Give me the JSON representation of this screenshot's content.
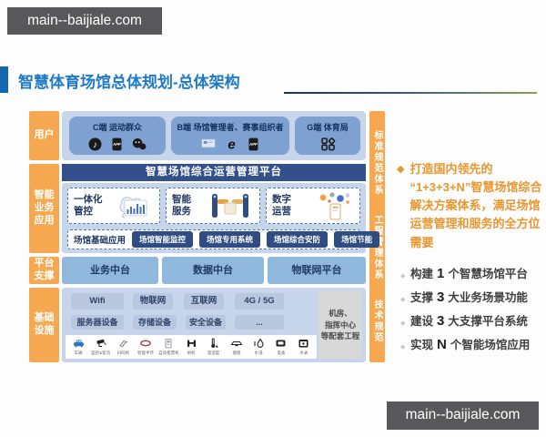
{
  "watermark": {
    "text": "main--baijiale.com"
  },
  "title": {
    "prefix": "智慧体育场馆总体规划-",
    "emphasis": "总体架构"
  },
  "colors": {
    "accent_blue": "#1E7AC6",
    "navy": "#1F3864",
    "orange": "#F5A850",
    "summary_orange": "#E8962F",
    "panel_blue": "#C7D5EA"
  },
  "diagram": {
    "layers": {
      "users": "用户",
      "smart": "智能业务应用",
      "platform": "平台支撑",
      "infra": "基础设施"
    },
    "right_bars": [
      "标准规范体系",
      "工程管理体系",
      "技术规范"
    ],
    "users": {
      "groups": [
        {
          "title": "C端  运动群众"
        },
        {
          "title": "B端  场馆管理者、赛事组织者"
        },
        {
          "title": "G端 体育局"
        }
      ]
    },
    "smart": {
      "header": "智慧场馆综合运营管理平台",
      "modules": [
        {
          "name": "一体化\n管控"
        },
        {
          "name": "智能\n服务"
        },
        {
          "name": "数字\n运营"
        }
      ],
      "apps_label": "场馆基础应用",
      "apps": [
        "场馆智能监控",
        "场馆专用系统",
        "场馆综合安防",
        "场馆节能"
      ]
    },
    "platform": {
      "items": [
        "业务中台",
        "数据中台",
        "物联网平台"
      ]
    },
    "infra": {
      "networks": [
        "Wifi",
        "物联网",
        "互联网",
        "4G / 5G"
      ],
      "devices": [
        "服务器设备",
        "存储设备",
        "安全设备",
        "..."
      ],
      "terminals": [
        "车辆",
        "监控&客流",
        "扫码枪",
        "智能手环",
        "自动售票机",
        "闸机",
        "温湿度",
        "烟感",
        "水浸",
        "电表",
        "水表"
      ],
      "room": "机房、\n指挥中心\n等配套工程"
    }
  },
  "summary": {
    "headline": "打造国内领先的\n“1+3+3+N”智慧场馆综合解决方案体系，满足场馆运营管理和服务的全方位需要",
    "points": [
      {
        "action": "构建",
        "num": "1",
        "rest": "个智慧场馆平台"
      },
      {
        "action": "支撑",
        "num": "3",
        "rest": "大业务场景功能"
      },
      {
        "action": "建设",
        "num": "3",
        "rest": "大支撑平台系统"
      },
      {
        "action": "实现",
        "num": "N",
        "rest": "个智能场馆应用"
      }
    ]
  }
}
